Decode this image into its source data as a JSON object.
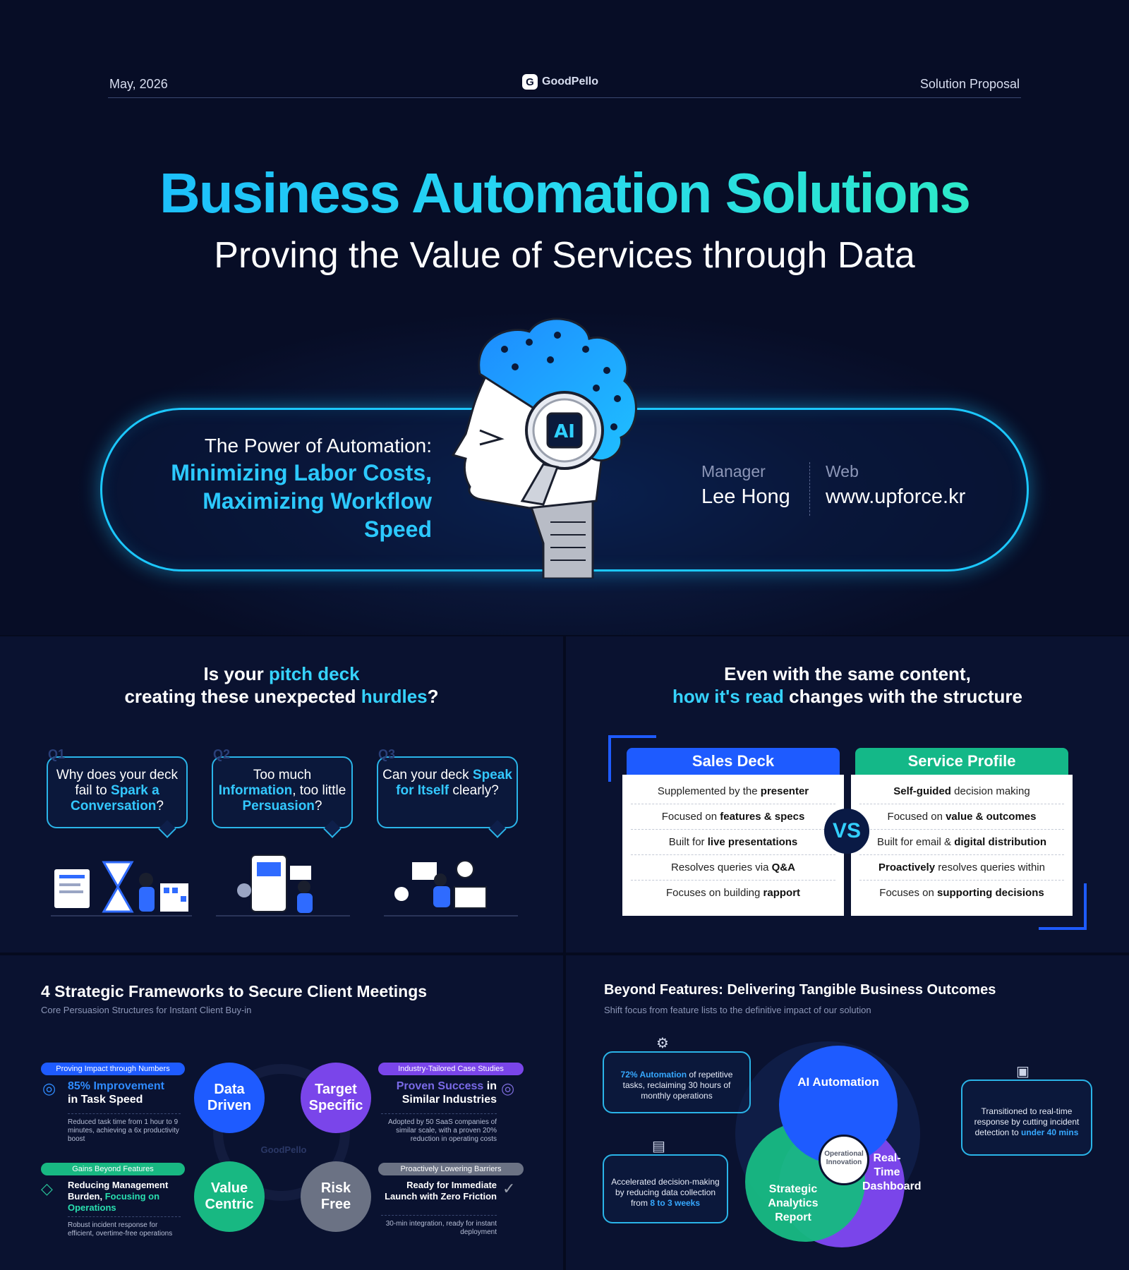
{
  "hero": {
    "date": "May, 2026",
    "logo_letter": "G",
    "logo_text": "GoodPello",
    "doc_type": "Solution Proposal",
    "title": "Business Automation Solutions",
    "subtitle": "Proving the Value of Services through Data",
    "power_line": "The Power of Automation:",
    "power_highlight": [
      "Minimizing Labor Costs,",
      "Maximizing Workflow",
      "Speed"
    ],
    "chip_label": "AI",
    "manager_label": "Manager",
    "manager_name": "Lee Hong",
    "web_label": "Web",
    "web_url": "www.upforce.kr"
  },
  "pitch": {
    "heading_1a": "Is your ",
    "heading_1b": "pitch deck",
    "heading_2a": "creating these unexpected ",
    "heading_2b": "hurdles",
    "heading_2c": "?",
    "questions": [
      {
        "label": "Q1",
        "p1": "Why does your deck fail to ",
        "h1": "Spark a Conversation",
        "p2": "?"
      },
      {
        "label": "Q2",
        "p1": "Too much ",
        "h1": "Information",
        "p2": ", too little ",
        "h2": "Persuasion",
        "p3": "?"
      },
      {
        "label": "Q3",
        "p1": "Can your deck ",
        "h1": "Speak for Itself",
        "p2": " clearly?"
      }
    ]
  },
  "structure": {
    "heading_1": "Even with the same content,",
    "heading_2a": "how it's read",
    "heading_2b": " changes with the structure",
    "vs": "VS",
    "sales": {
      "title": "Sales Deck",
      "rows": [
        {
          "a": "Supplemented by the ",
          "b": "presenter",
          "c": ""
        },
        {
          "a": "Focused on ",
          "b": "features & specs",
          "c": ""
        },
        {
          "a": "Built for ",
          "b": "live presentations",
          "c": ""
        },
        {
          "a": "Resolves queries via ",
          "b": "Q&A",
          "c": ""
        },
        {
          "a": "Focuses on building ",
          "b": "rapport",
          "c": ""
        }
      ]
    },
    "service": {
      "title": "Service Profile",
      "rows": [
        {
          "a": "",
          "b": "Self-guided",
          "c": " decision making"
        },
        {
          "a": "Focused on ",
          "b": "value & outcomes",
          "c": ""
        },
        {
          "a": "Built for email & ",
          "b": "digital distribution",
          "c": ""
        },
        {
          "a": "",
          "b": "Proactively",
          "c": " resolves queries within"
        },
        {
          "a": "Focuses on ",
          "b": "supporting decisions",
          "c": ""
        }
      ]
    }
  },
  "frameworks": {
    "title": "4 Strategic Frameworks to Secure Client Meetings",
    "subtitle": "Core Persuasion Structures for Instant Client Buy-in",
    "center_logo": "GoodPello",
    "circles": [
      {
        "label_1": "Data",
        "label_2": "Driven",
        "color": "#1e5bff"
      },
      {
        "label_1": "Target",
        "label_2": "Specific",
        "color": "#7a45ea"
      },
      {
        "label_1": "Value",
        "label_2": "Centric",
        "color": "#18b882"
      },
      {
        "label_1": "Risk",
        "label_2": "Free",
        "color": "#6b7284"
      }
    ],
    "cards": [
      {
        "tag": "Proving Impact through Numbers",
        "h": "85% Improvement",
        "t": " in Task Speed",
        "body": "Reduced task time from 1 hour to 9 minutes, achieving a 6x productivity boost"
      },
      {
        "tag": "Industry-Tailored Case Studies",
        "h": "Proven Success",
        "t": " in Similar Industries",
        "body": "Adopted by 50 SaaS companies of similar scale, with a proven 20% reduction in operating costs"
      },
      {
        "tag": "Gains Beyond Features",
        "t": "Reducing Management Burden, ",
        "h": "Focusing on Operations",
        "body": "Robust incident response for efficient, overtime-free operations"
      },
      {
        "tag": "Proactively Lowering Barriers",
        "h": "Ready for Immediate Launch",
        "t": " with Zero Friction",
        "body": "30-min integration, ready for instant deployment"
      }
    ]
  },
  "outcomes": {
    "title": "Beyond Features: Delivering Tangible Business Outcomes",
    "subtitle": "Shift focus from feature lists to the definitive impact of our solution",
    "venn": {
      "ai": "AI Automation",
      "strategic": "Strategic Analytics Report",
      "dashboard": "Real-Time Dashboard",
      "center_1": "Operational",
      "center_2": "Innovation"
    },
    "bubble_1_h": "72% Automation",
    "bubble_1_t": " of repetitive tasks, reclaiming 30 hours of monthly operations",
    "bubble_2_t": "Accelerated decision-making by reducing data collection from ",
    "bubble_2_h": "8 to 3 weeks",
    "bubble_3_t": "Transitioned to real-time response by cutting incident detection to ",
    "bubble_3_h": "under 40 mins"
  },
  "colors": {
    "accent_cyan": "#36d3ff",
    "accent_blue": "#1e5bff",
    "accent_green": "#18b882",
    "accent_purple": "#7a45ea",
    "bg_navy": "#0a1230"
  }
}
